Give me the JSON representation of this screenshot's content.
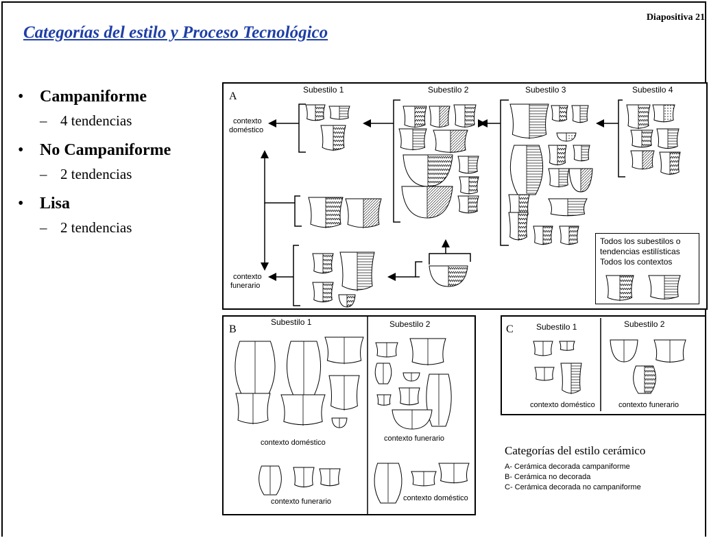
{
  "slide": {
    "number_label": "Diapositiva 21",
    "title": "Categorías del estilo y Proceso Tecnológico"
  },
  "bullets": [
    {
      "label": "Campaniforme",
      "sub": "4 tendencias"
    },
    {
      "label": "No Campaniforme",
      "sub": "2 tendencias"
    },
    {
      "label": "Lisa",
      "sub": "2 tendencias"
    }
  ],
  "panel_a": {
    "letter": "A",
    "substyles": [
      "Subestilo 1",
      "Subestilo 2",
      "Subestilo 3",
      "Subestilo 4"
    ],
    "context_domestic": [
      "contexto",
      "doméstico"
    ],
    "context_funerary": [
      "contexto",
      "funerario"
    ],
    "all_box": [
      "Todos los subestilos o",
      "tendencias estilísticas",
      "Todos los contextos"
    ]
  },
  "panel_b": {
    "letter": "B",
    "substyles": [
      "Subestilo 1",
      "Subestilo 2"
    ],
    "labels": {
      "s1_domestic": "contexto doméstico",
      "s1_funerary": "contexto funerario",
      "s2_funerary": "contexto funerario",
      "s2_domestic": "contexto doméstico"
    }
  },
  "panel_c": {
    "letter": "C",
    "substyles": [
      "Subestilo 1",
      "Subestilo 2"
    ],
    "labels": {
      "domestic": "contexto doméstico",
      "funerary": "contexto funerario"
    }
  },
  "legend": {
    "title": "Categorías del estilo cerámico",
    "items": [
      "A- Cerámica decorada campaniforme",
      "B- Cerámica no decorada",
      "C- Cerámica decorada no campaniforme"
    ]
  }
}
